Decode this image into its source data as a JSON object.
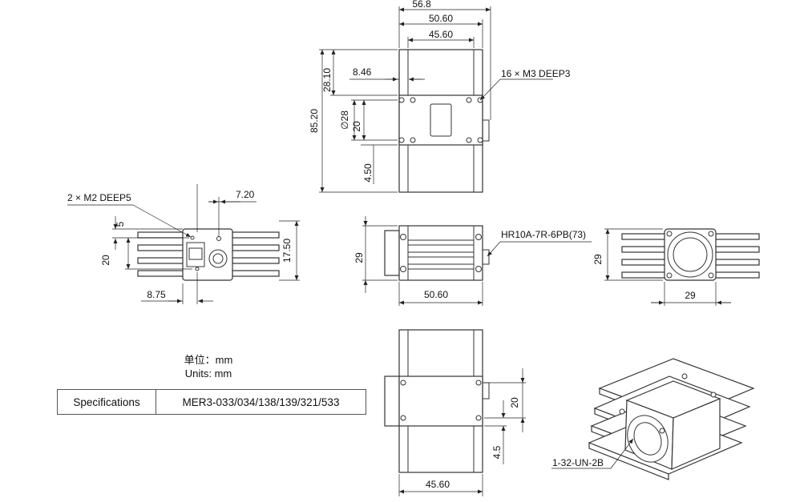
{
  "dimensions": {
    "top_width_overall": "56.8",
    "top_width_mid": "50.60",
    "top_width_inner": "45.60",
    "top_height_upper": "28.10",
    "top_offset": "8.46",
    "top_height_total": "85.20",
    "top_diameter": "∅28",
    "top_hole_spacing": "20",
    "top_bottom_offset": "4.50",
    "top_note": "16 × M3 DEEP3",
    "left_note": "2 × M2 DEEP5",
    "left_offset_x": "7.20",
    "left_offset_y": "5",
    "left_hole_spacing": "20",
    "left_height": "17.50",
    "left_offset_bottom": "8.75",
    "side_height": "29",
    "side_width": "50.60",
    "side_connector": "HR10A-7R-6PB(73)",
    "front_height": "29",
    "front_width": "29",
    "bottom_hole_spacing": "20",
    "bottom_offset": "4.5",
    "bottom_width": "45.60",
    "mount_note": "1-32-UN-2B"
  },
  "units": {
    "line1": "单位：mm",
    "line2": "Units: mm"
  },
  "specifications": {
    "label": "Specifications",
    "value": "MER3-033/034/138/139/321/533"
  }
}
